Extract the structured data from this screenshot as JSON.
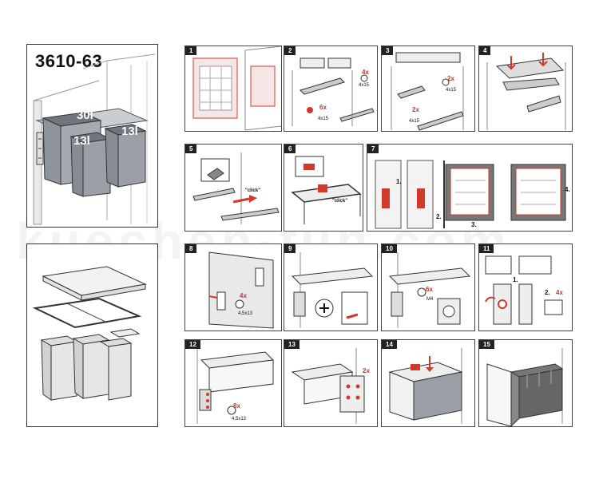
{
  "product": {
    "model": "3610-63"
  },
  "capacities": {
    "large": "30l",
    "small_left": "13l",
    "small_right": "13l"
  },
  "watermark": "kuechen-fun.com",
  "steps": [
    {
      "id": "1",
      "label": "1"
    },
    {
      "id": "2",
      "label": "2"
    },
    {
      "id": "3",
      "label": "3"
    },
    {
      "id": "4",
      "label": "4"
    },
    {
      "id": "5",
      "label": "5"
    },
    {
      "id": "6",
      "label": "6"
    },
    {
      "id": "7",
      "label": "7"
    },
    {
      "id": "8",
      "label": "8"
    },
    {
      "id": "9",
      "label": "9"
    },
    {
      "id": "10",
      "label": "10"
    },
    {
      "id": "11",
      "label": "11"
    },
    {
      "id": "12",
      "label": "12"
    },
    {
      "id": "13",
      "label": "13"
    },
    {
      "id": "14",
      "label": "14"
    },
    {
      "id": "15",
      "label": "15"
    }
  ],
  "annotations": {
    "s2_qty_a": "4x",
    "s2_size_a": "4x15",
    "s2_qty_b": "6x",
    "s2_size_b": "4x15",
    "s3_qty_a": "2x",
    "s3_size_a": "4x15",
    "s3_qty_b": "2x",
    "s3_size_b": "4x15",
    "s5_click": "\"click\"",
    "s6_click": "\"click\"",
    "s7_sub1": "1.",
    "s7_sub2": "2.",
    "s7_sub3": "3.",
    "s7_sub4": "4.",
    "s8_qty": "4x",
    "s8_size": "4,5x13",
    "s10_qty": "6x",
    "s10_size": "M4",
    "s11_sub1": "1.",
    "s11_sub2": "2.",
    "s11_qty": "4x",
    "s12_qty": "8x",
    "s12_size": "4,5x13",
    "s13_qty": "2x"
  },
  "colors": {
    "accent_red": "#d0392b",
    "bin_gray": "#8e959b",
    "bin_light": "#b9bfc4",
    "line": "#333333"
  }
}
